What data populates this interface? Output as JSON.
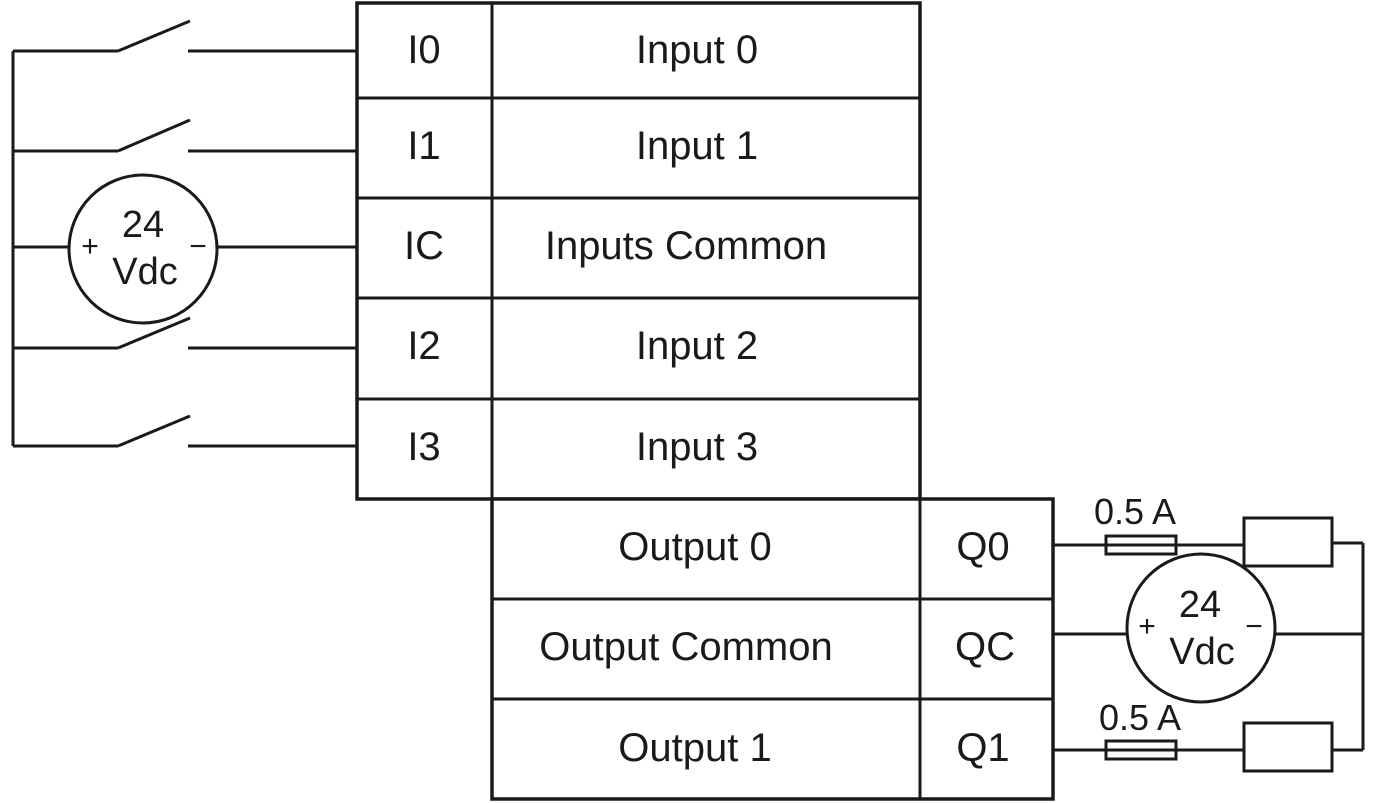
{
  "inputs": [
    {
      "terminal": "I0",
      "description": "Input 0"
    },
    {
      "terminal": "I1",
      "description": "Input 1"
    },
    {
      "terminal": "IC",
      "description": "Inputs Common"
    },
    {
      "terminal": "I2",
      "description": "Input 2"
    },
    {
      "terminal": "I3",
      "description": "Input 3"
    }
  ],
  "outputs": [
    {
      "terminal": "Q0",
      "description": "Output 0"
    },
    {
      "terminal": "QC",
      "description": "Output Common"
    },
    {
      "terminal": "Q1",
      "description": "Output 1"
    }
  ],
  "input_supply": {
    "value": "24",
    "unit": "Vdc",
    "plus": "+",
    "minus": "−"
  },
  "output_supply": {
    "value": "24",
    "unit": "Vdc",
    "plus": "+",
    "minus": "−"
  },
  "fuses": [
    {
      "rating": "0.5 A"
    },
    {
      "rating": "0.5 A"
    }
  ]
}
